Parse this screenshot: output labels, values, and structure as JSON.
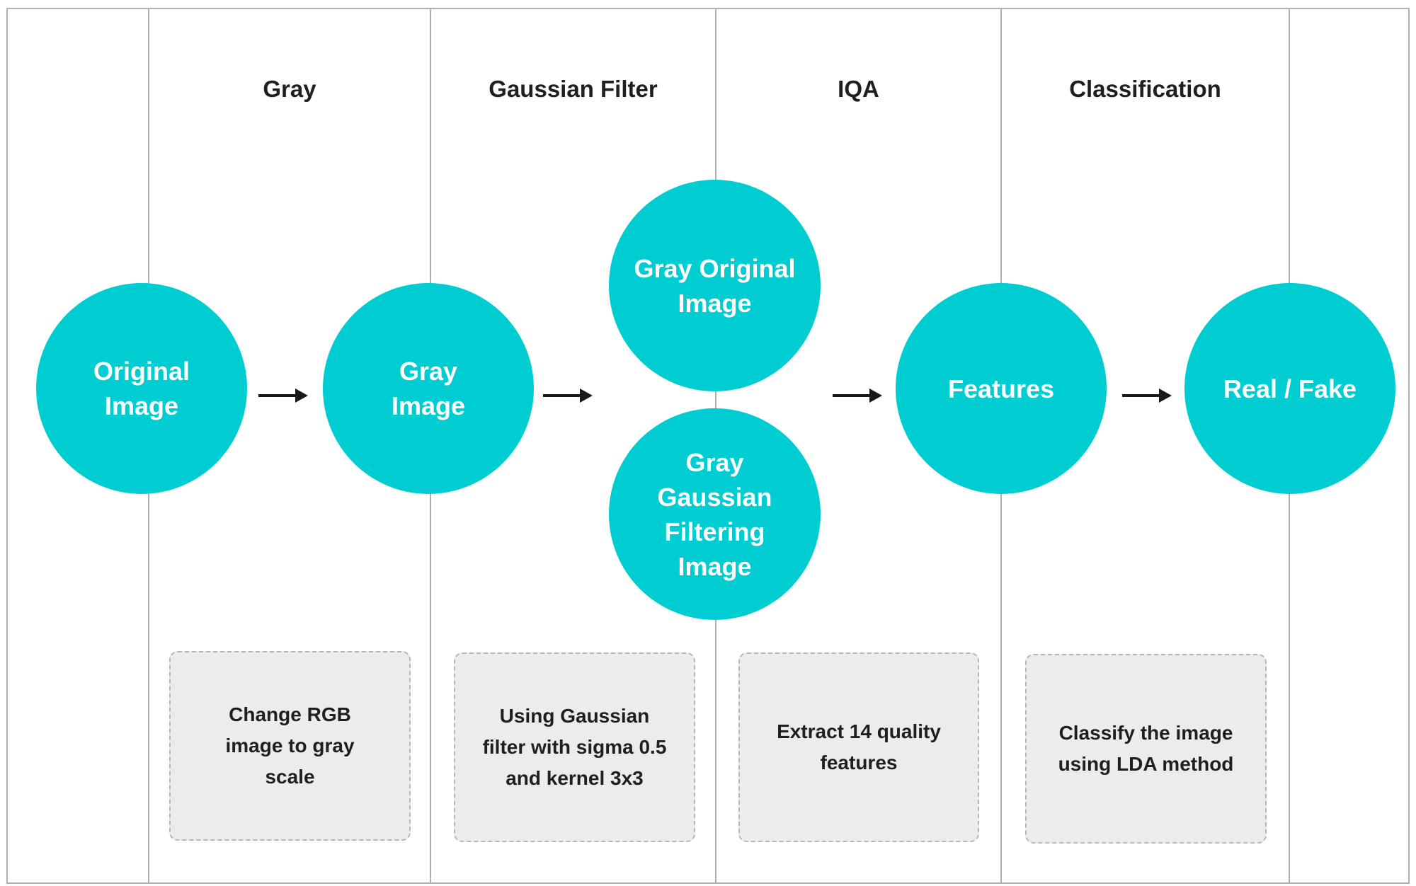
{
  "colors": {
    "node_fill": "#00cdd1",
    "node_text": "#ffffff",
    "note_fill": "#ececec",
    "note_border": "#b7b7b7",
    "divider": "#b0b0b0",
    "title_text": "#1f1f1f",
    "arrow": "#1a1a1a"
  },
  "stage_titles": {
    "gray": "Gray",
    "gaussian": "Gaussian Filter",
    "iqa": "IQA",
    "classification": "Classification"
  },
  "nodes": {
    "original": [
      "Original",
      "Image"
    ],
    "gray": [
      "Gray",
      "Image"
    ],
    "gray_original": [
      "Gray Original",
      "Image"
    ],
    "gray_gaussian": [
      "Gray",
      "Gaussian",
      "Filtering",
      "Image"
    ],
    "features": [
      "Features"
    ],
    "real_fake": [
      "Real / Fake"
    ]
  },
  "notes": {
    "gray": [
      "Change RGB",
      "image to gray",
      "scale"
    ],
    "gaussian": [
      "Using Gaussian",
      "filter with sigma 0.5",
      "and kernel 3x3"
    ],
    "iqa": [
      "Extract 14 quality",
      "features"
    ],
    "classification": [
      "Classify the image",
      "using LDA method"
    ]
  }
}
